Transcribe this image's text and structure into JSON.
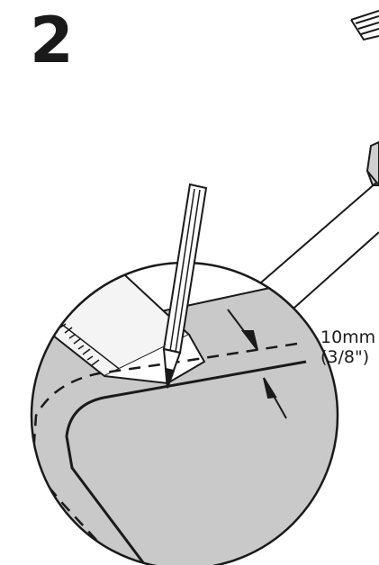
{
  "step": {
    "number": "2"
  },
  "measurement": {
    "metric": "10mm",
    "imperial": "(3/8\")"
  },
  "colors": {
    "ink": "#1a1a1a",
    "fabric": "#c9c9c9",
    "paper": "#ffffff"
  },
  "icons": [
    "pencil-icon",
    "ruler-icon",
    "marking-tool-icon",
    "dimension-arrow-icon"
  ]
}
